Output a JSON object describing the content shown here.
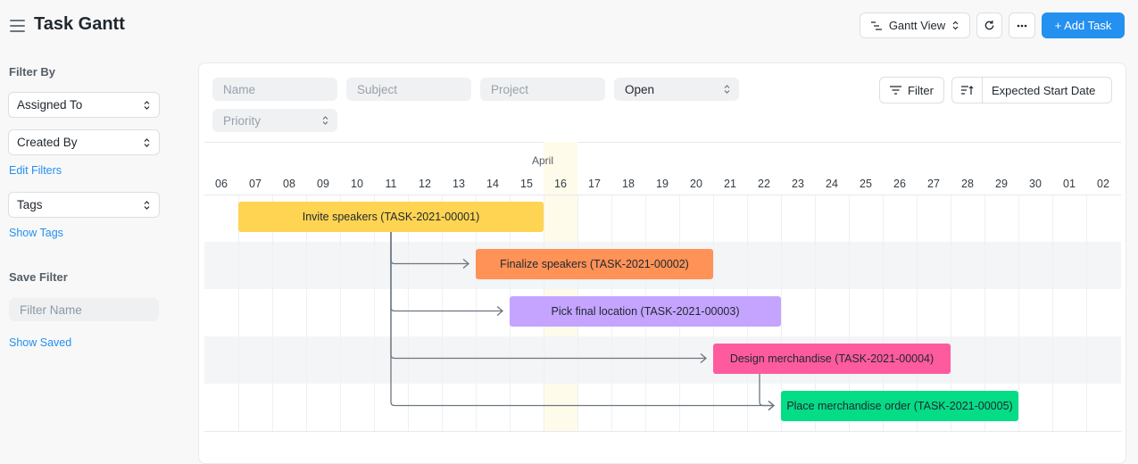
{
  "header": {
    "title": "Task Gantt",
    "view_label": "Gantt View",
    "add_label": "+ Add Task"
  },
  "sidebar": {
    "filter_by_label": "Filter By",
    "assigned_to": "Assigned To",
    "created_by": "Created By",
    "edit_filters": "Edit Filters",
    "tags": "Tags",
    "show_tags": "Show Tags",
    "save_filter_label": "Save Filter",
    "filter_name_placeholder": "Filter Name",
    "show_saved": "Show Saved"
  },
  "filters": {
    "name_placeholder": "Name",
    "subject_placeholder": "Subject",
    "project_placeholder": "Project",
    "status_value": "Open",
    "priority_placeholder": "Priority",
    "filter_label": "Filter",
    "sort_label": "Expected Start Date"
  },
  "gantt": {
    "month": "April",
    "days": [
      "06",
      "07",
      "08",
      "09",
      "10",
      "11",
      "12",
      "13",
      "14",
      "15",
      "16",
      "17",
      "18",
      "19",
      "20",
      "21",
      "22",
      "23",
      "24",
      "25",
      "26",
      "27",
      "28",
      "29",
      "30",
      "01",
      "02"
    ],
    "today_index": 10,
    "tasks": [
      {
        "label": "Invite speakers (TASK-2021-00001)",
        "start_index": 1,
        "end_index": 10,
        "color": "#ffd452"
      },
      {
        "label": "Finalize speakers (TASK-2021-00002)",
        "start_index": 8,
        "end_index": 15,
        "color": "#ff9257"
      },
      {
        "label": "Pick final location (TASK-2021-00003)",
        "start_index": 9,
        "end_index": 17,
        "color": "#c4a4ff"
      },
      {
        "label": "Design merchandise (TASK-2021-00004)",
        "start_index": 15,
        "end_index": 22,
        "color": "#fe5b9e"
      },
      {
        "label": "Place merchandise order (TASK-2021-00005)",
        "start_index": 17,
        "end_index": 24,
        "color": "#05dc86"
      }
    ]
  },
  "icons": {
    "menu": "hamburger-icon",
    "view": "gantt-view-icon",
    "refresh": "refresh-icon",
    "more": "ellipsis-icon",
    "filter": "filter-icon",
    "sort": "sort-icon"
  }
}
